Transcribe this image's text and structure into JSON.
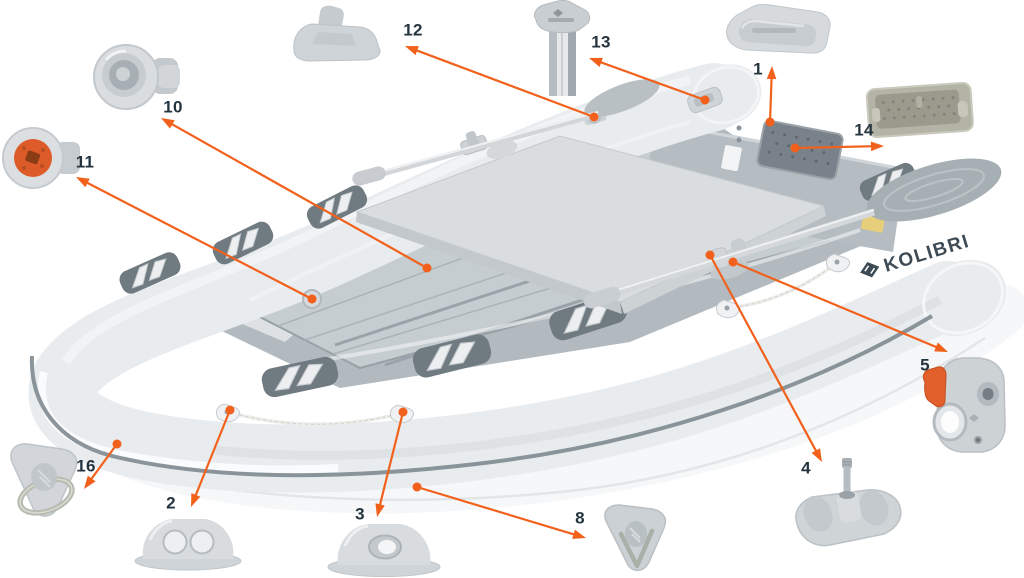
{
  "figure": {
    "type": "inflatable-boat-parts-diagram"
  },
  "boat": {
    "brand": "KOLIBRI"
  },
  "colors": {
    "accent": "#F2611C",
    "label_text": "#24343F",
    "brand_text": "#3E4B55",
    "tube": "#E9ECEE",
    "hull": "#F5F7F8",
    "floor": "#C6CDD1",
    "transom": "#B5BDC2",
    "seat": "#D9DDE0"
  },
  "callouts": [
    {
      "number": "1",
      "part": "carry-handle",
      "label": [
        758,
        69
      ],
      "dot": [
        770,
        122
      ],
      "head": [
        772,
        66
      ]
    },
    {
      "number": "2",
      "part": "rope-holder-two-hole",
      "label": [
        171,
        503
      ],
      "dot": [
        230,
        410
      ],
      "head": [
        191,
        507
      ]
    },
    {
      "number": "3",
      "part": "rope-holder-single-hole",
      "label": [
        360,
        514
      ],
      "dot": [
        403,
        412
      ],
      "head": [
        377,
        517
      ]
    },
    {
      "number": "4",
      "part": "seat-roller-mount",
      "label": [
        806,
        468
      ],
      "dot": [
        710,
        255
      ],
      "head": [
        822,
        462
      ]
    },
    {
      "number": "5",
      "part": "oarlock-clamp",
      "label": [
        925,
        365
      ],
      "dot": [
        733,
        262
      ],
      "head": [
        948,
        352
      ]
    },
    {
      "number": "8",
      "part": "v-ring-pad",
      "label": [
        580,
        518
      ],
      "dot": [
        417,
        487
      ],
      "head": [
        586,
        538
      ]
    },
    {
      "number": "10",
      "part": "air-valve",
      "label": [
        173,
        107
      ],
      "dot": [
        427,
        268
      ],
      "head": [
        161,
        118
      ]
    },
    {
      "number": "11",
      "part": "pressure-relief-valve",
      "label": [
        85,
        162
      ],
      "dot": [
        312,
        299
      ],
      "head": [
        76,
        177
      ]
    },
    {
      "number": "12",
      "part": "oar-holder-cleat",
      "label": [
        413,
        30
      ],
      "dot": [
        594,
        117
      ],
      "head": [
        405,
        46
      ]
    },
    {
      "number": "13",
      "part": "flag-post",
      "label": [
        601,
        42
      ],
      "dot": [
        705,
        100
      ],
      "head": [
        589,
        58
      ]
    },
    {
      "number": "14",
      "part": "transom-plate",
      "label": [
        864,
        130
      ],
      "dot": [
        795,
        148
      ],
      "head": [
        884,
        146
      ]
    },
    {
      "number": "16",
      "part": "bow-ring-pad",
      "label": [
        86,
        466
      ],
      "dot": [
        117,
        444
      ],
      "head": [
        84,
        489
      ]
    }
  ]
}
